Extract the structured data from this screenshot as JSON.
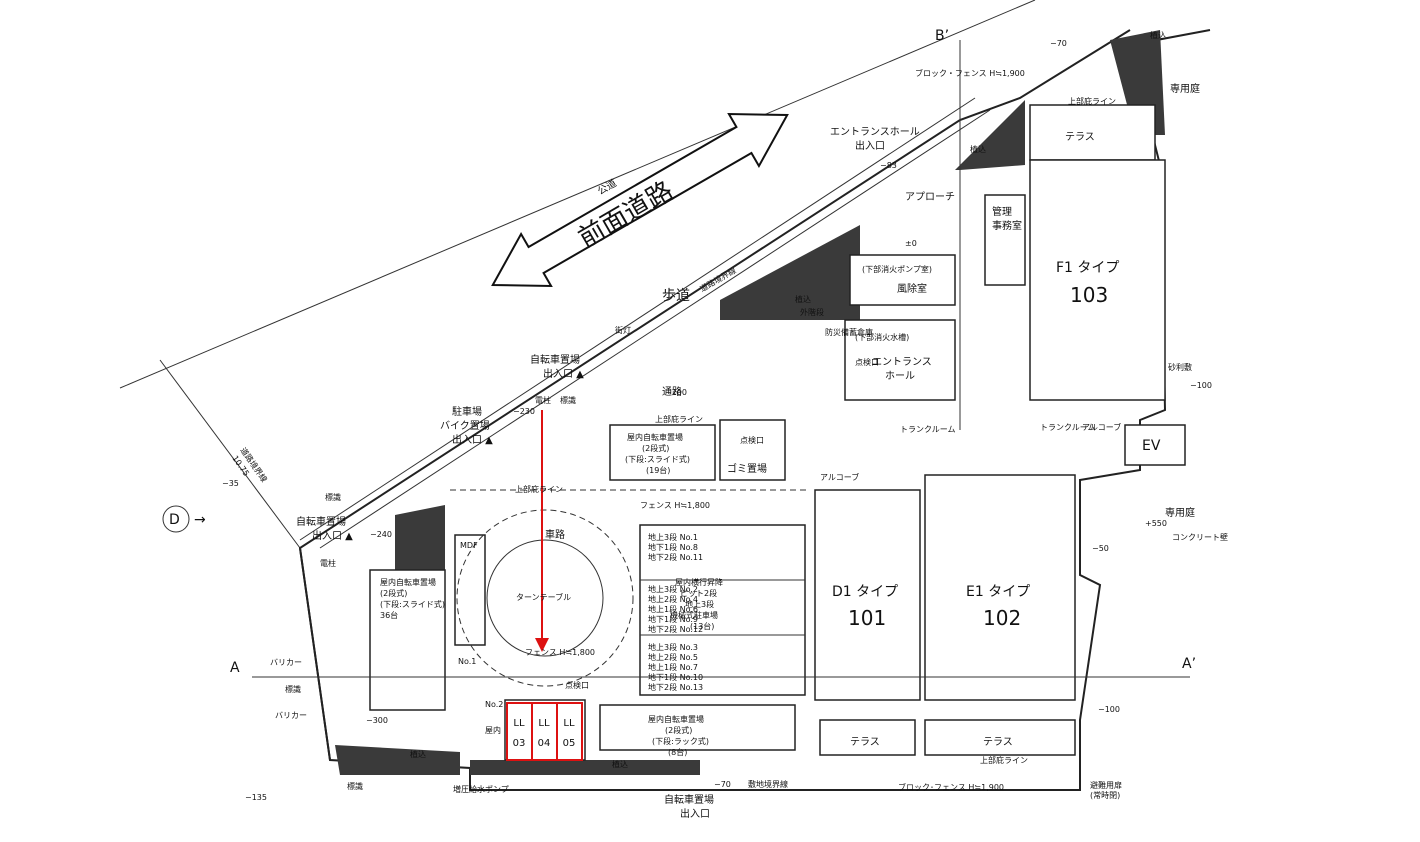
{
  "road": {
    "main_label": "前面道路",
    "public_road": "公道",
    "sidewalk": "歩道",
    "boundary": "道路境界線",
    "boundary_left": "道路境界線",
    "width_note": "10.75"
  },
  "markers": {
    "b_prime": "B’",
    "d": "D",
    "a": "A",
    "a_prime": "A’"
  },
  "units": [
    {
      "type": "F1 タイプ",
      "number": "103"
    },
    {
      "type": "D1 タイプ",
      "number": "101"
    },
    {
      "type": "E1 タイプ",
      "number": "102"
    }
  ],
  "highlight": {
    "color": "#dd1111",
    "slots": [
      "LL\n03",
      "LL\n04",
      "LL\n05"
    ]
  },
  "labels": {
    "entrance_hall_entry": "エントランスホール\n出入口",
    "entrance_hall": "エントランス\nホール",
    "management_office": "管理\n事務室",
    "windbreak": "風除室",
    "approach": "アプローチ",
    "bicycle_entry": "自転車置場\n出入口",
    "parking_entry": "駐車場\nバイク置場\n出入口",
    "bicycle_entry_left": "自転車置場\n出入口",
    "bicycle_entry_bottom": "自転車置場\n出入口",
    "turntable": "ターンテーブル",
    "car_path": "車路",
    "passage": "通路",
    "indoor_bike_parking": "屋内自転車置場\n(2段式)\n(下段:スライド式)\n(19台)",
    "indoor_bike_parking_bottom": "屋内自転車置場\n(2段式)\n(下段:ラック式)\n(8台)",
    "indoor_bike_left": "屋内自転車置場\n(2段式)\n(下段:スライド式)\n36台",
    "garbage": "ゴミ置場",
    "mechanical_parking": "屋内横行昇降\nピット2段\n地上3段\n機械式駐車場\n(13台)",
    "trunk_room": "トランクルーム",
    "alcove": "アルコーブ",
    "ev": "EV",
    "terrace": "テラス",
    "private_garden": "専用庭",
    "fence": "フェンス H≒1,800",
    "block_fence": "ブロック･フェンス H≒1,900",
    "block_fence_top": "ブロック・フェンス H≒1,900",
    "pump": "増圧給水ポンプ",
    "site_boundary": "敷地境界線",
    "upper_garden_line": "上部庇ライン",
    "fire_pump_room": "(下部消火ポンプ室)",
    "fire_tank": "(下部消火水槽)",
    "emergency_path": "避難用扉\n(常時閉)",
    "gravel": "砂利敷",
    "concrete_wall": "コンクリート壁",
    "utility_pole": "電柱",
    "street_light": "街灯",
    "sign": "標識",
    "barricade": "バリカー",
    "mdf": "MDF",
    "planting": "植込",
    "inspection": "点検口",
    "outer_stairs": "外階段",
    "disposal_room": "防災備蓄倉庫",
    "parking_slots_1": "地上3段 No.1\n地下1段 No.8\n地下2段 No.11",
    "parking_slots_2": "地上3段 No.2\n地上2段 No.4\n地上1段 No.6\n地下1段 No.9\n地下2段 No.12",
    "parking_slots_3": "地上3段 No.3\n地上2段 No.5\n地上1段 No.7\n地下1段 No.10\n地下2段 No.13",
    "no1": "No.1",
    "no2": "No.2",
    "yanai": "屋内",
    "levels": [
      "−70",
      "−83",
      "−200",
      "−230",
      "−35",
      "−240",
      "−300",
      "−135",
      "−100",
      "+550",
      "−50",
      "±0",
      "−70",
      "−100"
    ]
  }
}
